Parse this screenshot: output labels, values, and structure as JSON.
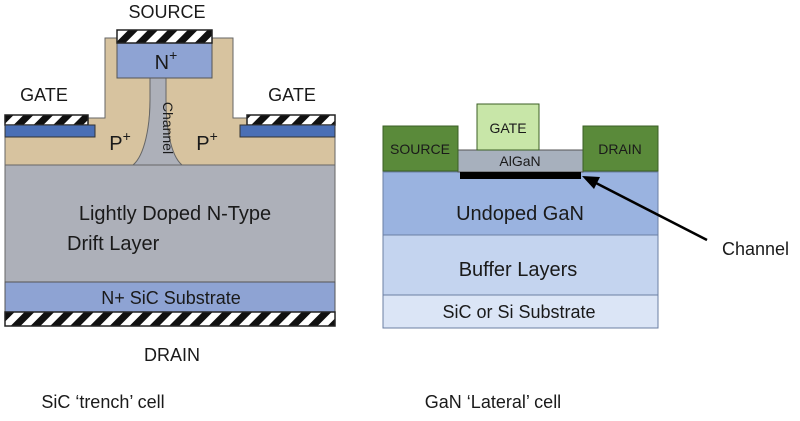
{
  "sic": {
    "source_label": "SOURCE",
    "n_plus_label": "N",
    "n_plus_sup": "+",
    "gate_left_label": "GATE",
    "gate_right_label": "GATE",
    "p_plus_left": "P",
    "p_plus_right": "P",
    "p_plus_sup": "+",
    "channel_label": "Channel",
    "drift_line1": "Lightly Doped N-Type",
    "drift_line2": "Drift Layer",
    "substrate_label": "N+ SiC Substrate",
    "drain_label": "DRAIN",
    "caption": "SiC ‘trench’ cell"
  },
  "gan": {
    "gate_label": "GATE",
    "source_label": "SOURCE",
    "drain_label": "DRAIN",
    "algan_label": "AlGaN",
    "undoped_label": "Undoped GaN",
    "buffer_label": "Buffer Layers",
    "substrate_label": "SiC or Si Substrate",
    "channel_callout": "Channel",
    "caption": "GaN ‘Lateral’ cell"
  },
  "colors": {
    "tan": "#d7c39f",
    "blue_mid": "#8ea3d3",
    "blue_gate": "#4a6fb5",
    "drift_grey": "#adb0b9",
    "gan_green": "#5a8a3a",
    "gate_green": "#c8e6a8",
    "algan_grey": "#a7b0bd",
    "undoped_blue": "#9ab3e0",
    "buffer_blue": "#c4d4ef",
    "substrate_blue": "#dbe5f6"
  }
}
